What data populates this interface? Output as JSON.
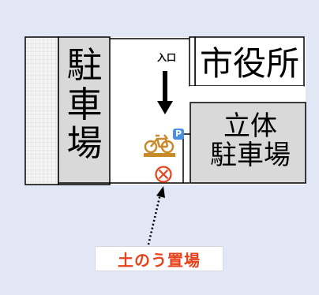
{
  "map": {
    "parking_lot_left": [
      "駐",
      "車",
      "場"
    ],
    "city_hall": "市役所",
    "entrance": "入口",
    "multistory_parking": [
      "立体",
      "駐車場"
    ],
    "bicycle_parking_badge": "P",
    "sandbag_callout": "土のう置場"
  },
  "colors": {
    "background": "#e1e7f4",
    "building_fill": "#d9d9d9",
    "road_fill": "#ffffff",
    "highlight": "#e8421b",
    "bicycle": "#c98a2c",
    "parking_badge": "#4a90e2"
  },
  "icons": [
    "down-arrow-icon",
    "bicycle-icon",
    "parking-icon",
    "circle-x-marker-icon",
    "dotted-arrow-icon"
  ]
}
